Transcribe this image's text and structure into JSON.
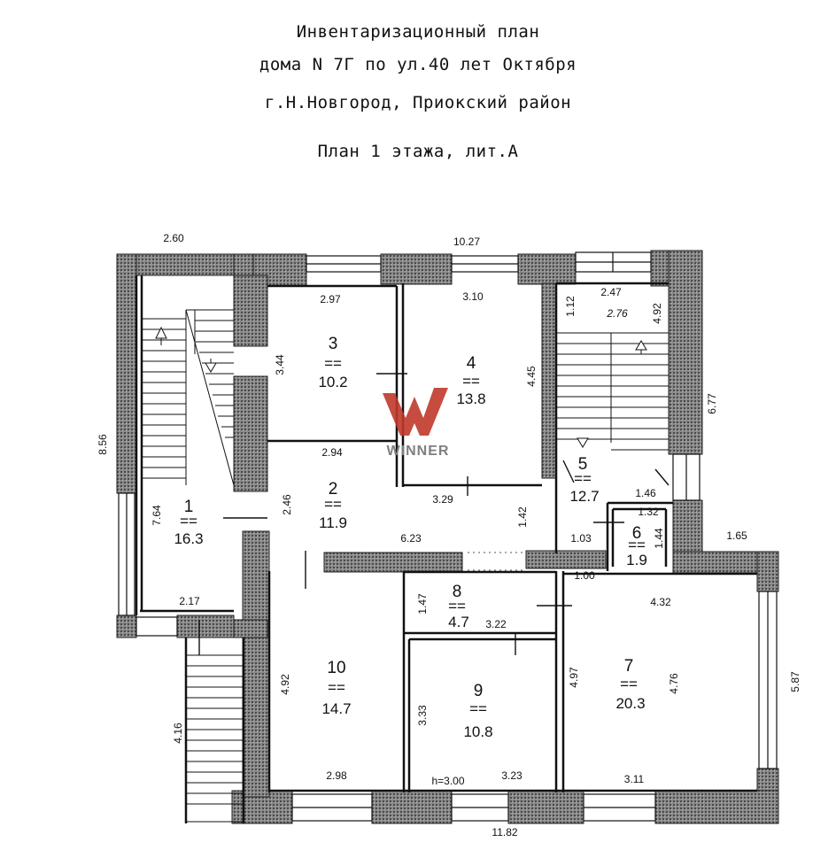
{
  "header": {
    "line1": "Инвентаризационный план",
    "line2": "дома N 7Г по ул.40 лет Октября",
    "line3": "г.Н.Новгород, Приокский район",
    "line4": "План 1 этажа, лит.А"
  },
  "watermark": {
    "text": "WINNER",
    "color": "#c0392b"
  },
  "rooms": [
    {
      "id": "room-1",
      "number": "1",
      "area": "16.3"
    },
    {
      "id": "room-2",
      "number": "2",
      "area": "11.9"
    },
    {
      "id": "room-3",
      "number": "3",
      "area": "10.2"
    },
    {
      "id": "room-4",
      "number": "4",
      "area": "13.8"
    },
    {
      "id": "room-5",
      "number": "5",
      "area": "12.7"
    },
    {
      "id": "room-6",
      "number": "6",
      "area": "1.9"
    },
    {
      "id": "room-7",
      "number": "7",
      "area": "20.3"
    },
    {
      "id": "room-8",
      "number": "8",
      "area": "4.7"
    },
    {
      "id": "room-9",
      "number": "9",
      "area": "10.8"
    },
    {
      "id": "room-10",
      "number": "10",
      "area": "14.7"
    }
  ],
  "separator": "==",
  "dimensions": {
    "top_left": "2.60",
    "top_total": "10.27",
    "r3_width": "2.97",
    "r4_width": "3.10",
    "r5_top": "2.47",
    "r5_hand": "2.76",
    "r5_side_top": "1.12",
    "r5_side": "4.92",
    "r3_height": "3.44",
    "r4_height": "4.45",
    "right_outer": "6.77",
    "left_outer": "8.56",
    "r3_bottom": "2.94",
    "r1_height": "7.64",
    "r2_height": "2.46",
    "r4_bottom": "3.29",
    "corridor_h": "1.42",
    "r5_bottom": "1.46",
    "r6_width": "1.32",
    "r6_left": "1.03",
    "r6_height": "1.44",
    "step_right": "1.65",
    "r2_width": "6.23",
    "r7_top_left": "1.00",
    "r7_width": "4.32",
    "r1_bottom": "2.17",
    "r8_height": "1.47",
    "r8_width": "3.22",
    "r10_height": "4.92",
    "r7_left": "4.97",
    "r7_height": "4.76",
    "right_lower": "5.87",
    "r9_height": "3.33",
    "porch": "4.16",
    "r10_width": "2.98",
    "ceiling": "h=3.00",
    "r9_width": "3.23",
    "r7_width_bottom": "3.11",
    "bottom_total": "11.82"
  }
}
